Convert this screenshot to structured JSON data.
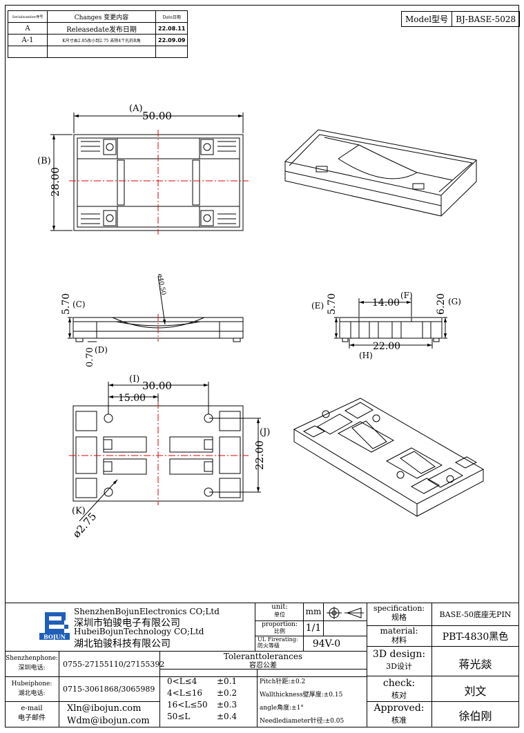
{
  "revision_table": {
    "headers": {
      "serial": "Serialnumber序号",
      "changes": "Changes 变更内容",
      "date": "Date日期"
    },
    "rows": [
      {
        "serial": "A",
        "change": "Releasedate发布日期",
        "date": "22.08.11"
      },
      {
        "serial": "A-1",
        "change": "K尺寸由2.85改小到2.75 去除4个孔的R角",
        "date": "22.09.09"
      },
      {
        "serial": "",
        "change": "",
        "date": ""
      }
    ]
  },
  "model": {
    "label": "Model型号",
    "value": "BJ-BASE-5028"
  },
  "dimensions": {
    "A": "(A)",
    "A_val": "50.00",
    "B": "(B)",
    "B_val": "28.00",
    "C": "(C)",
    "C_val": "5.70",
    "D": "(D)",
    "D_val": "0.70",
    "radius": "ø40.50",
    "E": "(E)",
    "E_val": "5.70",
    "F": "(F)",
    "F_val": "14.00",
    "G": "(G)",
    "G_val": "6.20",
    "H": "(H)",
    "H_val": "22.00",
    "I": "(I)",
    "I_val": "30.00",
    "half": "15.00",
    "J": "(J)",
    "J_val": "22.00",
    "K": "(K)",
    "K_val": "ø2.75"
  },
  "title_block": {
    "company_en_1": "ShenzhenBojunElectronics CO;Ltd",
    "company_cn_1": "深圳市铂骏电子有限公司",
    "company_en_2": "HubeiBojunTechnology CO;Ltd",
    "company_cn_2": "湖北铂骏科技有限公司",
    "logo_text": "BOJUN",
    "unit_label": "unit:",
    "unit_label_cn": "单位",
    "unit_value": "mm",
    "proportion_label": "proportion:",
    "proportion_label_cn": "比例",
    "proportion_value": "1/1",
    "ul_label": "UL Firerating:",
    "ul_label_cn": "防火等级",
    "ul_value": "94V-0",
    "spec_label": "specification:",
    "spec_label_cn": "规格",
    "spec_value": "BASE-50底座无PIN",
    "material_label": "material:",
    "material_label_cn": "材料",
    "material_value": "PBT-4830黑色",
    "design_label": "3D design:",
    "design_label_cn": "3D设计",
    "design_value": "蒋光燚",
    "check_label": "check:",
    "check_label_cn": "核对",
    "check_value": "刘文",
    "approved_label": "Approved:",
    "approved_label_cn": "核准",
    "approved_value": "徐伯刚",
    "phone_sz_label": "Shenzhenphone:",
    "phone_sz_label_cn": "深圳电话:",
    "phone_sz_value": "0755-27155110/27155392",
    "phone_hb_label": "Hubeiphone:",
    "phone_hb_label_cn": "湖北电话:",
    "phone_hb_value": "0715-3061868/3065989",
    "email_label": "e-mail",
    "email_label_cn": "电子邮件",
    "email_1": "Xln@ibojun.com",
    "email_2": "Wdm@ibojun.com",
    "tol_title": "Toleranttolerances",
    "tol_title_cn": "容忍公差",
    "tolerances": [
      {
        "range": "0<L≤4",
        "value": "±0.1"
      },
      {
        "range": "4<L≤16",
        "value": "±0.2"
      },
      {
        "range": "16<L≤50",
        "value": "±0.3"
      },
      {
        "range": "50≤L",
        "value": "±0.4"
      }
    ],
    "pitch": "Pitch针距:±0.2",
    "wall": "Wallthickness壁厚度:±0.15",
    "angle": "angle角度:±1°",
    "needle": "Needlediameter针径:±0.05"
  }
}
